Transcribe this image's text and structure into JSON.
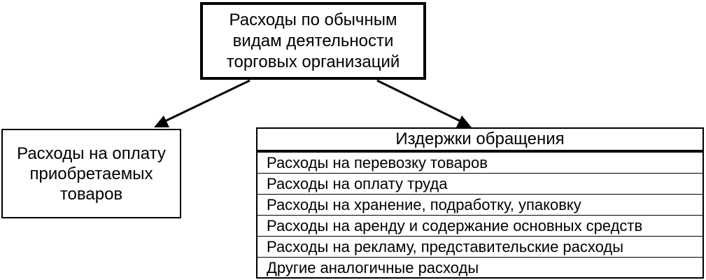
{
  "diagram": {
    "root": {
      "title": "Расходы по обычным видам деятельности торговых организаций"
    },
    "left_node": {
      "title": "Расходы на оплату приобретаемых товаров"
    },
    "right_node": {
      "title": "Издержки обращения",
      "items": [
        "Расходы на перевозку товаров",
        "Расходы на оплату труда",
        "Расходы на хранение, подработку, упаковку",
        "Расходы на аренду и содержание основных средств",
        "Расходы на рекламу, представительские расходы",
        "Другие аналогичные расходы"
      ]
    }
  }
}
